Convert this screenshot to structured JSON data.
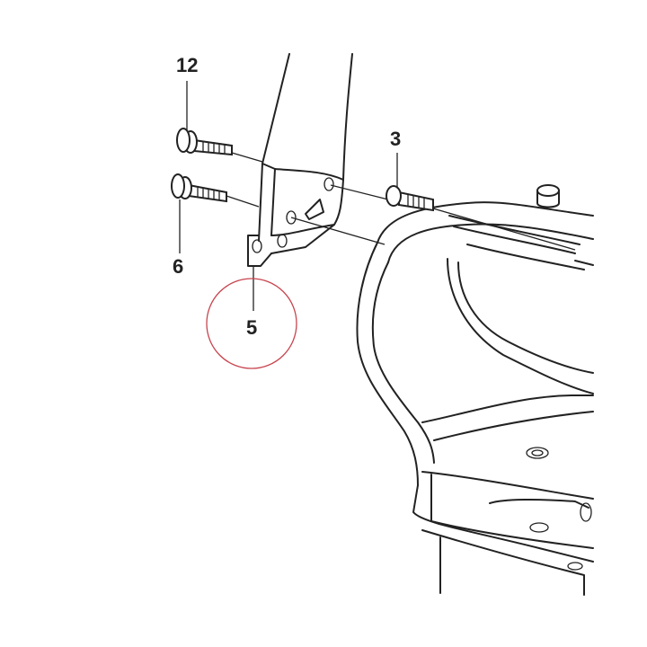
{
  "callouts": [
    {
      "id": "12",
      "label": "12"
    },
    {
      "id": "6",
      "label": "6"
    },
    {
      "id": "3",
      "label": "3"
    },
    {
      "id": "5",
      "label": "5"
    }
  ],
  "highlight": {
    "target": "5",
    "color": "#c8454f"
  }
}
